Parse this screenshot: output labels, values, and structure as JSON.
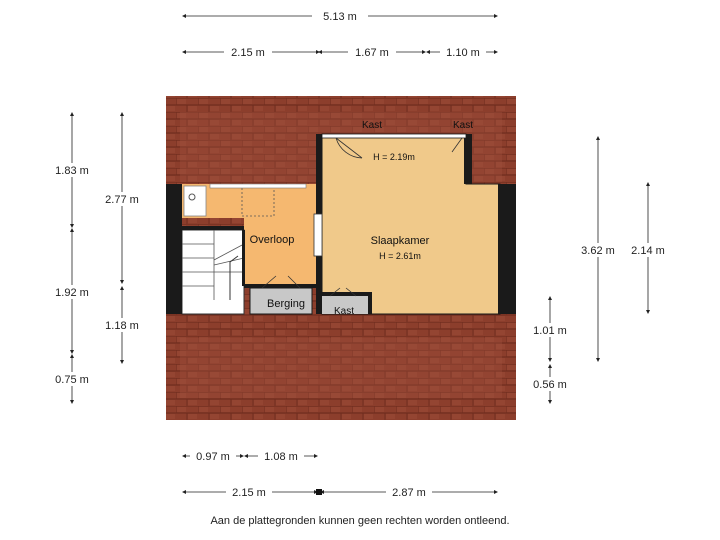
{
  "dimensions": {
    "top_total": "5.13 m",
    "top_a": "2.15 m",
    "top_b": "1.67 m",
    "top_c": "1.10 m",
    "left_a": "1.83 m",
    "left_b": "1.92 m",
    "left_c": "0.75 m",
    "left2_a": "2.77 m",
    "left2_b": "1.18 m",
    "right_total": "3.62 m",
    "right_inner": "2.14 m",
    "right_a": "1.01 m",
    "right_b": "0.56 m",
    "bottom_a": "0.97 m",
    "bottom_b": "1.08 m",
    "bottom_c": "2.15 m",
    "bottom_d": "2.87 m"
  },
  "rooms": {
    "slaapkamer": {
      "name": "Slaapkamer",
      "height": "H = 2.61m"
    },
    "slaapkamer_low": {
      "height": "H = 2.19m"
    },
    "overloop": {
      "name": "Overloop"
    },
    "berging": {
      "name": "Berging"
    },
    "kast_bottom": {
      "name": "Kast"
    },
    "kast_top_left": {
      "name": "Kast"
    },
    "kast_top_right": {
      "name": "Kast"
    }
  },
  "disclaimer": "Aan de plattegronden kunnen geen rechten worden ontleend.",
  "colors": {
    "roof": "#8a3c2a",
    "room_floor": "#f0c98a",
    "landing_floor": "#f5b870",
    "storage": "#c8c8c8",
    "wall": "#1a1a1a"
  }
}
